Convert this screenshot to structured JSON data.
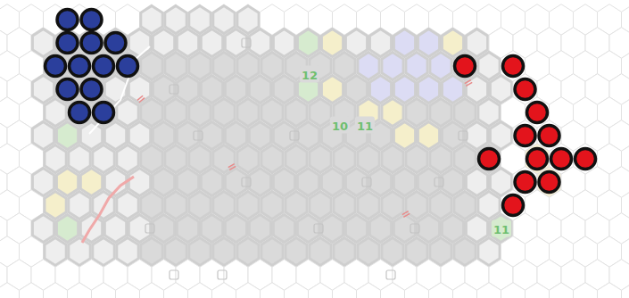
{
  "diagram": {
    "labels": [
      "12",
      "10",
      "11",
      "11"
    ]
  }
}
